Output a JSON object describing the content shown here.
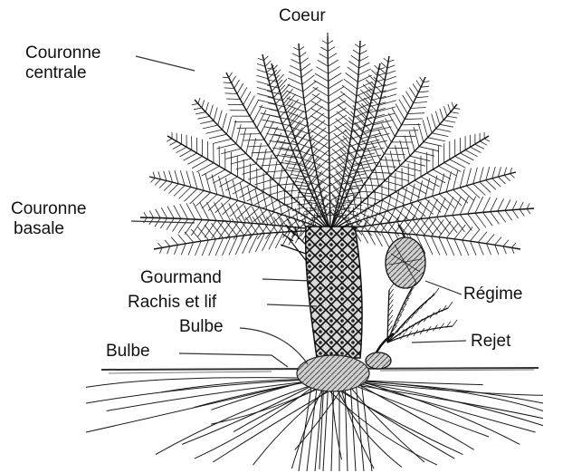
{
  "labels": {
    "coeur": "Coeur",
    "couronne_centrale": [
      "Couronne",
      "centrale"
    ],
    "couronne_basale": [
      "Couronne",
      "basale"
    ],
    "gourmand": "Gourmand",
    "rachis_lif": "Rachis et lif",
    "bulbe_upper": "Bulbe",
    "bulbe_lower": "Bulbe",
    "regime": "Régime",
    "rejet": "Rejet"
  },
  "colors": {
    "ink": "#1a1a1a",
    "background": "#ffffff"
  }
}
